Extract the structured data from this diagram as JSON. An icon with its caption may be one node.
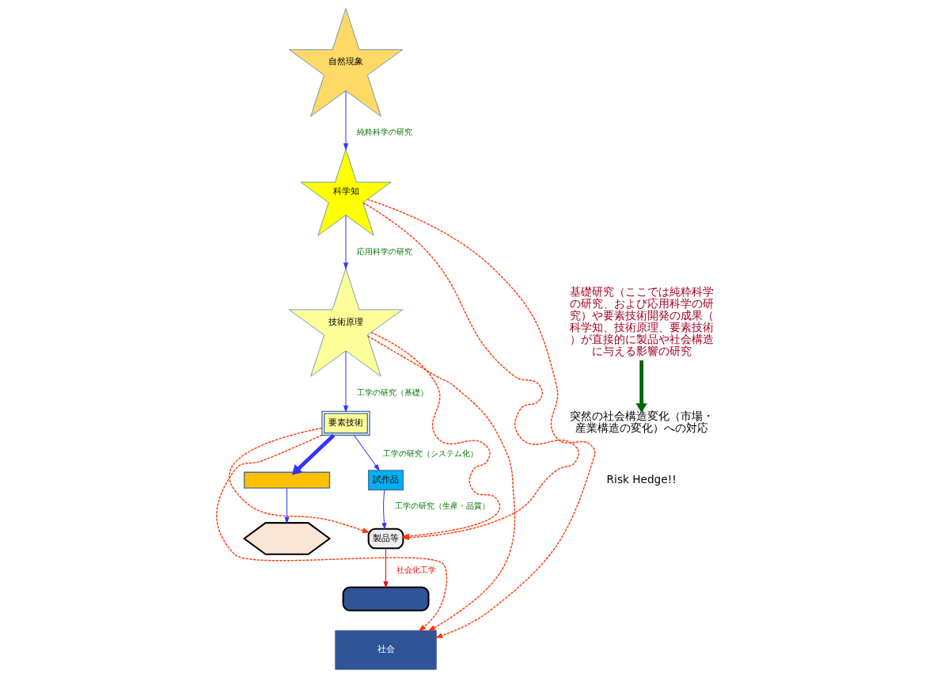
{
  "diagram": {
    "nodes": [
      {
        "text": [
          "自然現象"
        ]
      },
      {
        "text": [
          "科学知"
        ]
      },
      {
        "text": [
          "技術原理"
        ]
      },
      {
        "text": [
          "要素技術"
        ]
      },
      {
        "text": [
          "試作品"
        ]
      },
      {
        "text": [
          "製品等"
        ]
      },
      {
        "text": [],
        "shape": "capsule"
      },
      {
        "text": [
          "社会"
        ]
      },
      {
        "text": [],
        "shape": "bar"
      },
      {
        "text": [],
        "shape": "hexagon"
      },
      {
        "text": [
          "基礎研究（ここでは純粋科学の研究、および応用科学の研究）や要素技術開発の成果（科学知、技術原理、要素技術）が直接的に製品や社会構造に与える影響の研究"
        ]
      },
      {
        "text": [
          "突然の社会構造変化（市場・産業構造の変化）への対応"
        ]
      }
    ],
    "edges": [
      {
        "from": 0,
        "to": 1,
        "arrow": "to",
        "label": "純粋科学の研究"
      },
      {
        "from": 1,
        "to": 2,
        "arrow": "to",
        "label": "応用科学の研究"
      },
      {
        "from": 2,
        "to": 3,
        "arrow": "to",
        "label": "工学の研究（基礎）"
      },
      {
        "from": 3,
        "to": 4,
        "arrow": "to",
        "label": "工学の研究（システム化）"
      },
      {
        "from": 4,
        "to": 5,
        "arrow": "to",
        "label": "工学の研究（生産・品質）"
      },
      {
        "from": 5,
        "to": 6,
        "arrow": "to",
        "label": "社会化工学",
        "color": "#ff0000"
      },
      {
        "from": 3,
        "to": 8,
        "arrow": "to",
        "style": "thick"
      },
      {
        "from": 8,
        "to": 9,
        "arrow": "to"
      },
      {
        "from": 1,
        "to": 5,
        "arrow": "to",
        "style": "dashed",
        "color": "#ff3300"
      },
      {
        "from": 1,
        "to": 7,
        "arrow": "to",
        "style": "dashed",
        "color": "#ff3300"
      },
      {
        "from": 2,
        "to": 5,
        "arrow": "to",
        "style": "dashed",
        "color": "#ff3300"
      },
      {
        "from": 2,
        "to": 7,
        "arrow": "to",
        "style": "dashed",
        "color": "#ff3300"
      },
      {
        "from": 3,
        "to": 5,
        "arrow": "to",
        "style": "dashed",
        "color": "#ff3300"
      },
      {
        "from": 3,
        "to": 7,
        "arrow": "to",
        "style": "dashed",
        "color": "#ff3300"
      },
      {
        "from": 10,
        "to": 11,
        "arrow": "to",
        "style": "thick",
        "color": "#006600"
      }
    ],
    "labels": [
      "Risk Hedge!!"
    ]
  }
}
